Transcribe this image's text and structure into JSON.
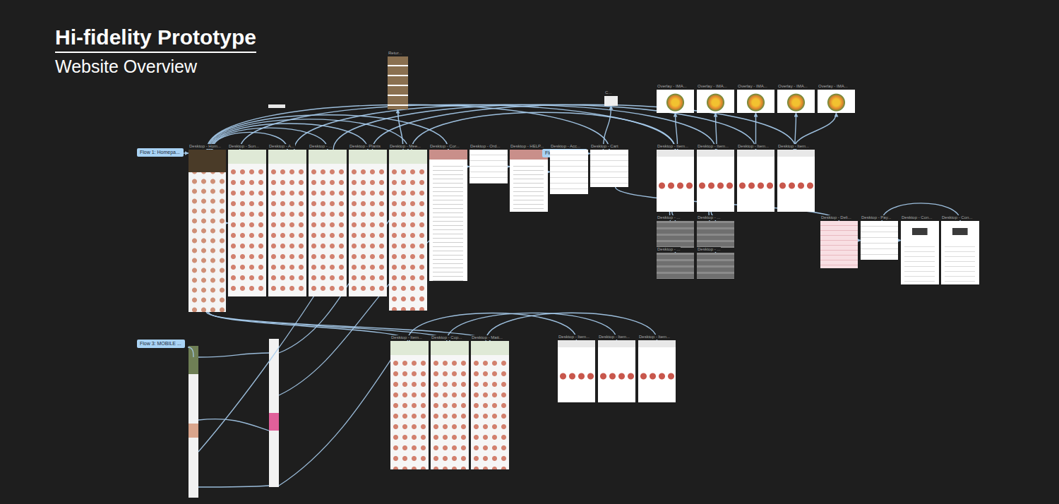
{
  "diagram": {
    "title": "Hi-fidelity Prototype",
    "nodes": [
      {
        "text": [
          "Flow 1: Homepa..."
        ]
      },
      {
        "text": [
          "Desktop - Hom..."
        ]
      },
      {
        "text": [
          "Desktop - Sun..."
        ]
      },
      {
        "text": [
          "Desktop - A..."
        ]
      },
      {
        "text": [
          "Desktop - ..."
        ]
      },
      {
        "text": [
          "Desktop - Plants"
        ]
      },
      {
        "text": [
          "Desktop - Mee..."
        ]
      },
      {
        "text": [
          "Desktop - Cor..."
        ]
      },
      {
        "text": [
          "Desktop - Ord..."
        ]
      },
      {
        "text": [
          "Desktop - HELP..."
        ]
      },
      {
        "text": [
          "Flow 2: Cart - C..."
        ]
      },
      {
        "text": [
          "Desktop - Acc..."
        ]
      },
      {
        "text": [
          "Desktop - Cart"
        ]
      },
      {
        "text": [
          "Retur..."
        ]
      },
      {
        "text": [
          "C..."
        ]
      },
      {
        "text": [
          "Overlay - IMA..."
        ]
      },
      {
        "text": [
          "Overlay - IMA..."
        ]
      },
      {
        "text": [
          "Overlay - IMA..."
        ]
      },
      {
        "text": [
          "Overlay - IMA..."
        ]
      },
      {
        "text": [
          "Overlay - IMA..."
        ]
      },
      {
        "text": [
          "Desktop - Item..."
        ]
      },
      {
        "text": [
          "Desktop - Item..."
        ]
      },
      {
        "text": [
          "Desktop - Item..."
        ]
      },
      {
        "text": [
          "Desktop - Item..."
        ]
      },
      {
        "text": [
          "Desktop - ..."
        ]
      },
      {
        "text": [
          "Desktop - ..."
        ]
      },
      {
        "text": [
          "Desktop - ..."
        ]
      },
      {
        "text": [
          "Desktop - ..."
        ]
      },
      {
        "text": [
          "Desktop - Deli..."
        ]
      },
      {
        "text": [
          "Desktop - Pay..."
        ]
      },
      {
        "text": [
          "Desktop - Con..."
        ]
      },
      {
        "text": [
          "Desktop - Con..."
        ]
      },
      {
        "text": [
          "Flow 3: MOBILE ..."
        ]
      },
      {
        "text": [
          "Desktop - Item..."
        ]
      },
      {
        "text": [
          "Desktop - Cop..."
        ]
      },
      {
        "text": [
          "Desktop - Matt..."
        ]
      },
      {
        "text": [
          "Desktop - Item..."
        ]
      },
      {
        "text": [
          "Desktop - Item..."
        ]
      },
      {
        "text": [
          "Desktop - Item..."
        ]
      }
    ],
    "edges": [
      {
        "from": 0,
        "to": 1,
        "arrow": "to"
      },
      {
        "from": 1,
        "to": 2,
        "arrow": "to"
      },
      {
        "from": 1,
        "to": 3,
        "arrow": "to"
      },
      {
        "from": 1,
        "to": 4,
        "arrow": "to"
      },
      {
        "from": 1,
        "to": 5,
        "arrow": "to"
      },
      {
        "from": 1,
        "to": 6,
        "arrow": "to"
      },
      {
        "from": 1,
        "to": 7,
        "arrow": "to"
      },
      {
        "from": 1,
        "to": 12,
        "arrow": "to"
      },
      {
        "from": 7,
        "to": 8,
        "arrow": "to"
      },
      {
        "from": 8,
        "to": 9,
        "arrow": "to"
      },
      {
        "from": 9,
        "to": 11,
        "arrow": "to"
      },
      {
        "from": 6,
        "to": 13,
        "arrow": "to"
      },
      {
        "from": 12,
        "to": 14,
        "arrow": "to"
      },
      {
        "from": 2,
        "to": 20,
        "arrow": "to"
      },
      {
        "from": 3,
        "to": 21,
        "arrow": "to"
      },
      {
        "from": 4,
        "to": 22,
        "arrow": "to"
      },
      {
        "from": 5,
        "to": 23,
        "arrow": "to"
      },
      {
        "from": 6,
        "to": 20,
        "arrow": "to"
      },
      {
        "from": 20,
        "to": 15,
        "arrow": "to"
      },
      {
        "from": 21,
        "to": 16,
        "arrow": "to"
      },
      {
        "from": 22,
        "to": 17,
        "arrow": "to"
      },
      {
        "from": 23,
        "to": 18,
        "arrow": "to"
      },
      {
        "from": 23,
        "to": 19,
        "arrow": "to"
      },
      {
        "from": 20,
        "to": 24,
        "arrow": "to"
      },
      {
        "from": 21,
        "to": 25,
        "arrow": "to"
      },
      {
        "from": 20,
        "to": 26,
        "arrow": "to"
      },
      {
        "from": 21,
        "to": 27,
        "arrow": "to"
      },
      {
        "from": 10,
        "to": 12,
        "arrow": "to"
      },
      {
        "from": 12,
        "to": 28,
        "arrow": "to"
      },
      {
        "from": 28,
        "to": 29,
        "arrow": "to"
      },
      {
        "from": 29,
        "to": 30,
        "arrow": "to"
      },
      {
        "from": 29,
        "to": 31,
        "arrow": "to"
      },
      {
        "from": 1,
        "to": 33,
        "arrow": "to"
      },
      {
        "from": 1,
        "to": 34,
        "arrow": "to"
      },
      {
        "from": 1,
        "to": 35,
        "arrow": "to"
      },
      {
        "from": 33,
        "to": 36,
        "arrow": "to"
      },
      {
        "from": 34,
        "to": 37,
        "arrow": "to"
      },
      {
        "from": 35,
        "to": 38,
        "arrow": "to"
      }
    ],
    "labels": [
      "Website Overview"
    ]
  }
}
